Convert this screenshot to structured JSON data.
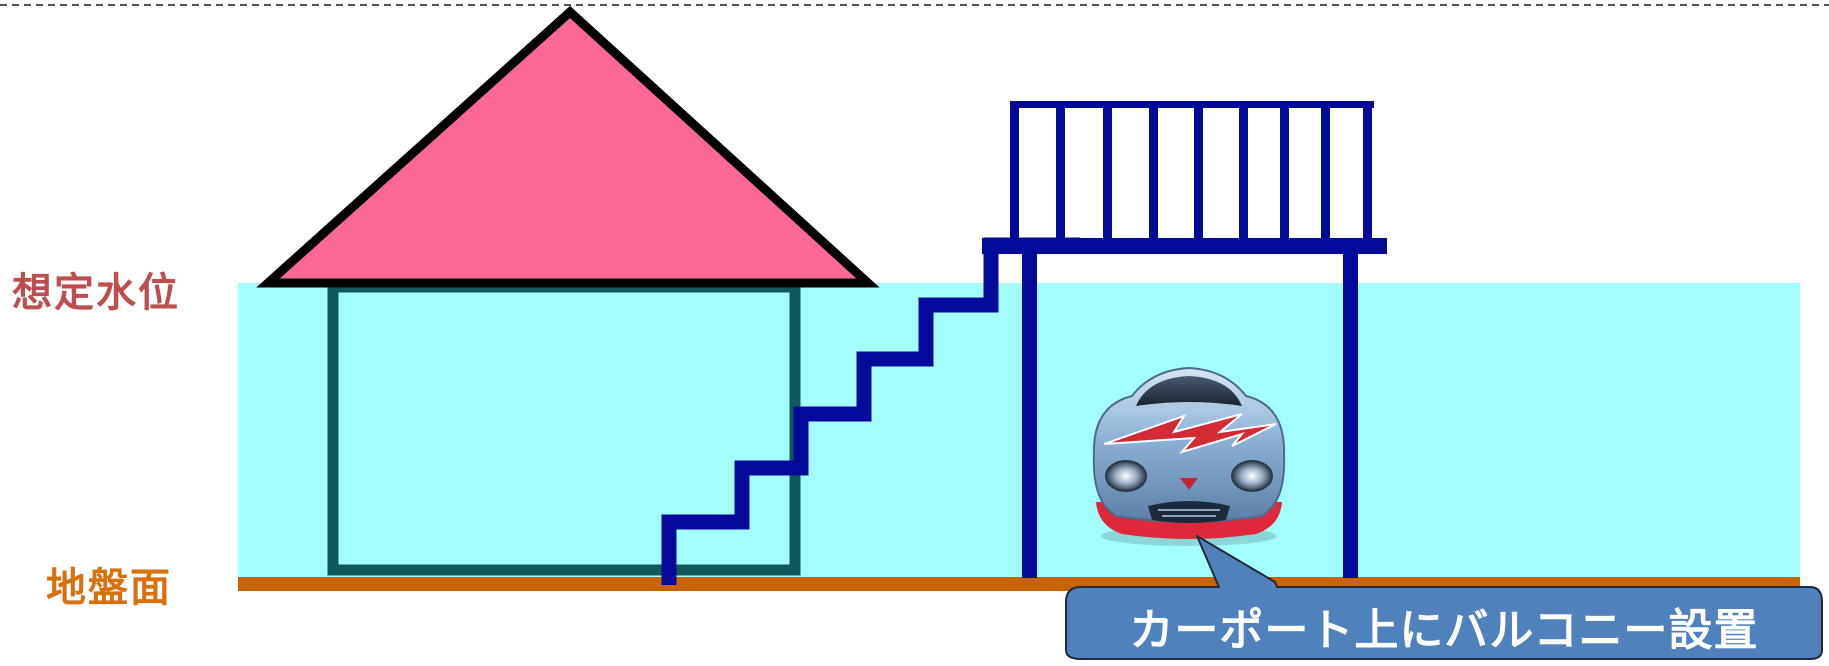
{
  "labels": {
    "water_level": "想定水位",
    "ground_level": "地盤面"
  },
  "callout": {
    "text": "カーポート上にバルコニー設置"
  },
  "colors": {
    "water": "#a3fdfd",
    "ground": "#c86400",
    "roof_fill": "#fd6897",
    "roof_stroke": "#000000",
    "house_wall": "#0e5a5a",
    "structure": "#030a9a",
    "water_label": "#bd4e4e",
    "ground_label": "#d8700d",
    "callout_fill": "#4f81bd",
    "callout_stroke": "#1f2a3a",
    "guide_line": "#555555"
  },
  "icons": {
    "car": "race-car-icon"
  }
}
